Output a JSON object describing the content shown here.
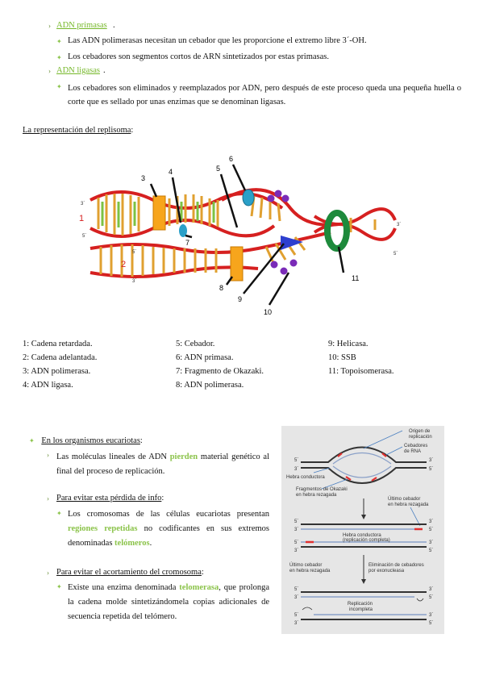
{
  "sec1": {
    "primasas_title": "ADN primasas",
    "primasas_b1": "Las ADN polimerasas necesitan un cebador que les proporcione el extremo libre 3´-OH.",
    "primasas_b2": "Los cebadores son segmentos cortos de ARN sintetizados por estas primasas.",
    "ligasas_title": "ADN ligasas",
    "ligasas_b1": "Los cebadores son eliminados y reemplazados por ADN, pero después de este proceso queda una pequeña huella o corte que es sellado por unas enzimas que se denominan ligasas."
  },
  "replisoma_heading": "La representación del replisoma",
  "diagram": {
    "labels": [
      "1",
      "2",
      "3",
      "4",
      "5",
      "6",
      "7",
      "8",
      "9",
      "10",
      "11"
    ],
    "ends": {
      "top_left_3": "3´",
      "top_left_5": "5´",
      "bottom_left_5": "5´",
      "bottom_left_3": "3´",
      "right_3": "3´",
      "right_5": "5´"
    }
  },
  "legend": {
    "col1": [
      "1: Cadena retardada.",
      "2: Cadena adelantada.",
      "3: ADN polimerasa.",
      "4: ADN ligasa."
    ],
    "col2": [
      "5: Cebador.",
      "6: ADN primasa.",
      "7: Fragmento de Okazaki.",
      "8: ADN polimerasa."
    ],
    "col3": [
      "9: Helicasa.",
      "10: SSB",
      "11: Topoisomerasa."
    ]
  },
  "euk": {
    "title": "En los organismos eucariotas",
    "t1_pre": "Las moléculas lineales de ADN ",
    "t1_key": "pierden",
    "t1_post": " material genético al final del proceso de replicación.",
    "sub2": "Para evitar esta pérdida de info",
    "t2_pre": "Los cromosomas de las células eucariotas presentan ",
    "t2_key1": "regiones repetidas",
    "t2_mid": " no codificantes en sus extremos denominadas ",
    "t2_key2": "telómeros",
    "t2_post": ".",
    "sub3": "Para evitar el acortamiento del cromosoma",
    "t3_pre": "Existe una enzima denominada ",
    "t3_key": "telomerasa",
    "t3_post": ", que prolonga la cadena molde sintetizándomela copias adicionales de secuencia repetida del telómero."
  },
  "fig2": {
    "origen": "Origen de",
    "origen2": "replicación",
    "cebadores": "Cebadores",
    "cebadores2": "de RNA",
    "hebra_cond": "Hebra conductora",
    "frag1": "Fragmentos de Okazaki",
    "frag2": "en hebra rezagada",
    "ultimo1": "Último cebador",
    "ultimo2": "en hebra rezagada",
    "hc2": "Hebra conductora",
    "hc2b": "(replicación completa)",
    "ultimo3": "Último cebador",
    "ultimo4": "en hebra rezagada",
    "elim1": "Eliminación de cebadores",
    "elim2": "por exonucleasa",
    "repl1": "Replicación",
    "repl2": "incompleta",
    "p3": "3´",
    "p5": "5´"
  }
}
